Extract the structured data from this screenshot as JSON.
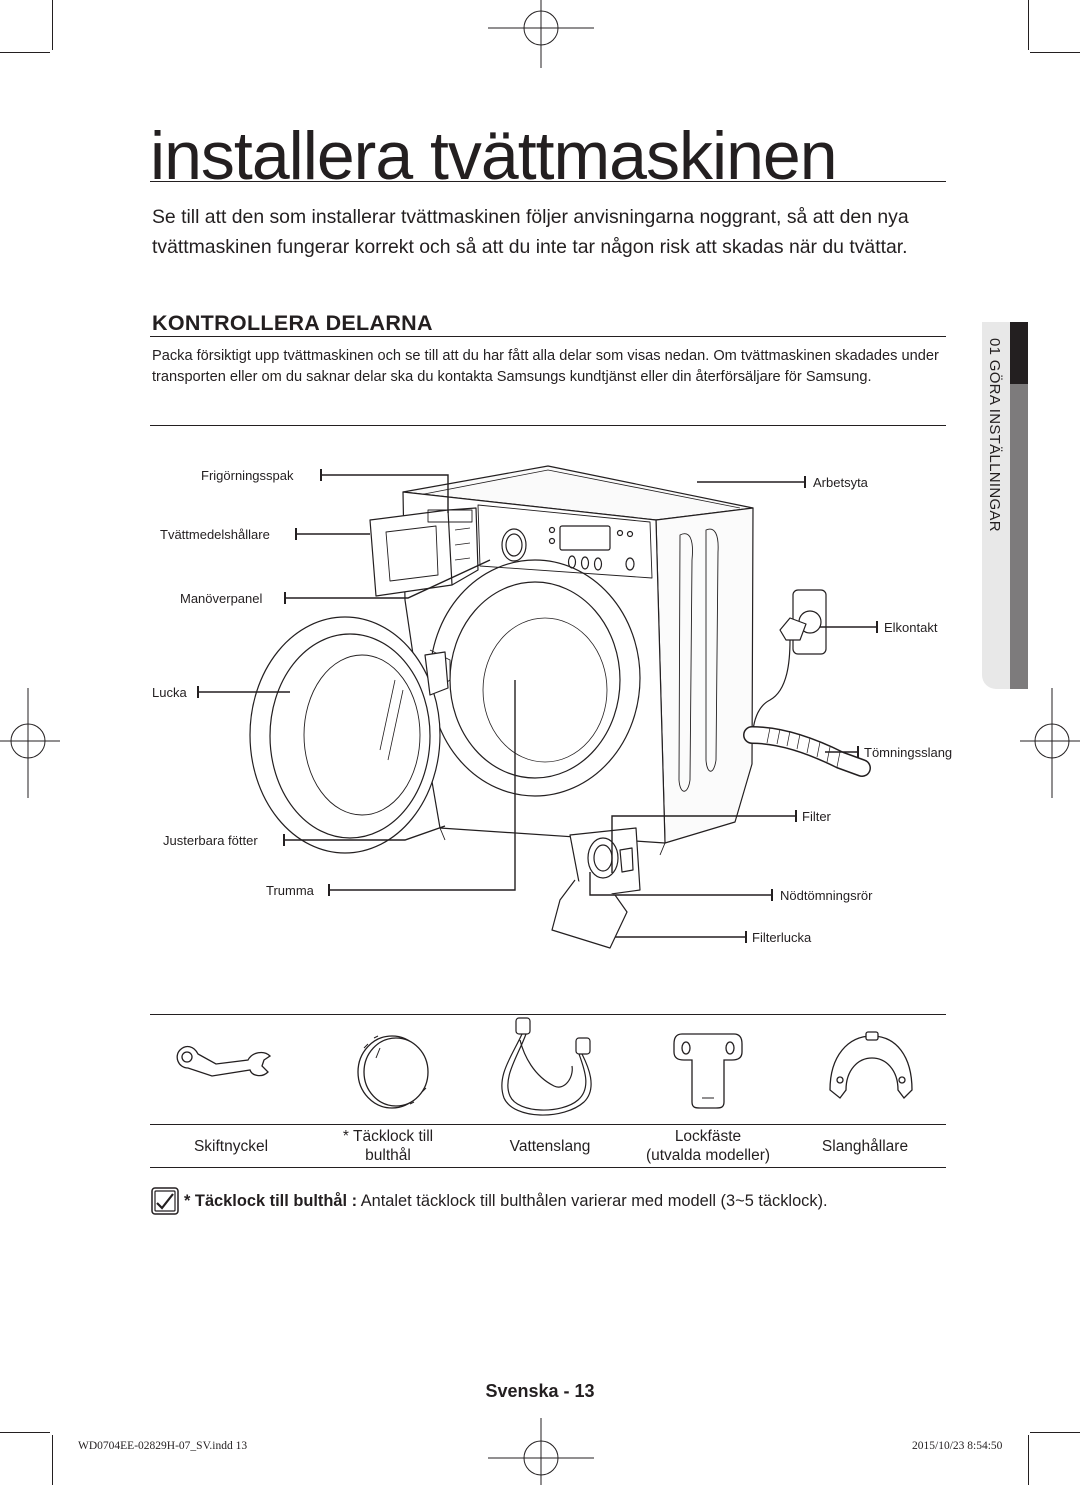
{
  "page": {
    "title": "installera tvättmaskinen",
    "intro": "Se till att den som installerar tvättmaskinen följer anvisningarna noggrant, så att den nya tvättmaskinen fungerar korrekt och så att du inte tar någon risk att skadas när du tvättar."
  },
  "section": {
    "heading": "KONTROLLERA DELARNA",
    "body": "Packa försiktigt upp tvättmaskinen och se till att du har fått alla delar som visas nedan. Om tvättmaskinen skadades under transporten eller om du saknar delar ska du kontakta Samsungs kundtjänst eller din återförsäljare för Samsung."
  },
  "side_tab": {
    "label": "01 GÖRA INSTÄLLNINGAR"
  },
  "diagram_labels": {
    "release_lever": "Frigörningsspak",
    "detergent_drawer": "Tvättmedelshållare",
    "control_panel": "Manöverpanel",
    "door": "Lucka",
    "adjustable_feet": "Justerbara fötter",
    "drum": "Trumma",
    "worktop": "Arbetsyta",
    "power_plug": "Elkontakt",
    "drain_hose": "Tömningsslang",
    "filter": "Filter",
    "emergency_drain": "Nödtömningsrör",
    "filter_cover": "Filterlucka"
  },
  "accessories": [
    {
      "line1": "Skiftnyckel",
      "line2": "",
      "icon": "wrench-icon"
    },
    {
      "line1": "* Täcklock till",
      "line2": "bulthål",
      "icon": "bolt-cap-icon"
    },
    {
      "line1": "Vattenslang",
      "line2": "",
      "icon": "water-hose-icon"
    },
    {
      "line1": "Lockfäste",
      "line2": "(utvalda modeller)",
      "icon": "lid-bracket-icon"
    },
    {
      "line1": "Slanghållare",
      "line2": "",
      "icon": "hose-guide-icon"
    }
  ],
  "note": {
    "bold": "* Täcklock till bulthål :",
    "text": " Antalet täcklock till bulthålen varierar med modell (3~5 täcklock)."
  },
  "footer": {
    "page": "Svenska - 13"
  },
  "slug": {
    "file": "WD0704EE-02829H-07_SV.indd   13",
    "date": "2015/10/23   8:54:50"
  }
}
